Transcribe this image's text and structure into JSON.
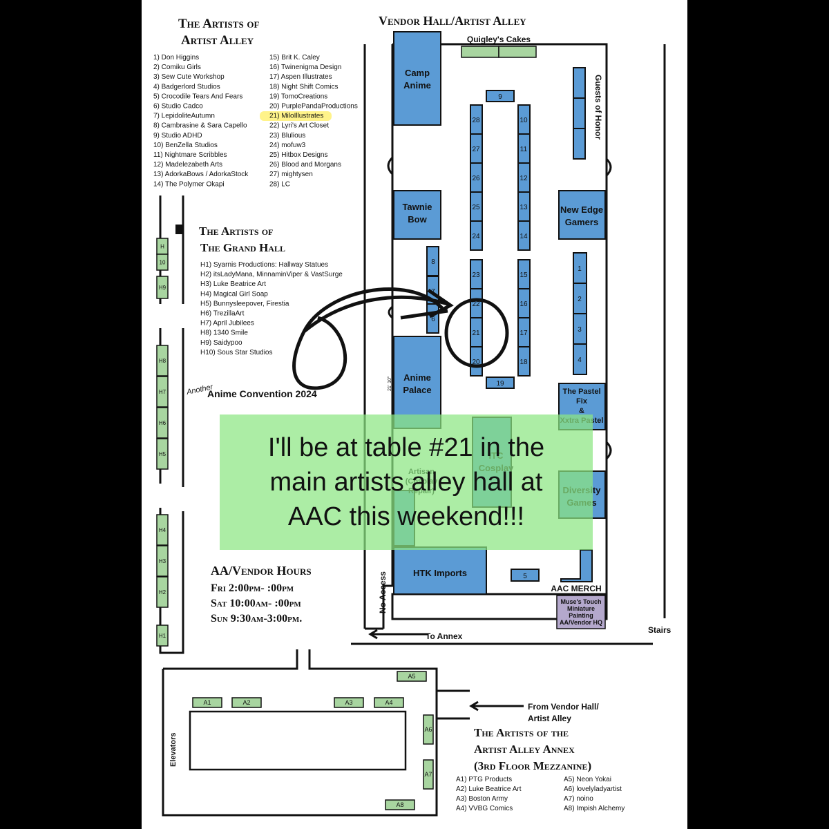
{
  "headings": {
    "alley_title_1": "The Artists of",
    "alley_title_2": "Artist Alley",
    "grand_title_1": "The Artists of",
    "grand_title_2": "The Grand Hall",
    "hall_title": "Vendor Hall/Artist Alley",
    "annex_title_1": "The Artists of the",
    "annex_title_2": "Artist Alley Annex",
    "annex_title_3": "(3rd Floor Mezzanine)",
    "another": "Another",
    "convention": "Anime Convention 2024"
  },
  "alley_artists_col1": [
    "1) Don Higgins",
    "2) Comiku Girls",
    "3) Sew Cute Workshop",
    "4) Badgerlord Studios",
    "5) Crocodile Tears And Fears",
    "6) Studio Cadco",
    "7) LepidoliteAutumn",
    "8) Cambrasine & Sara Capello",
    "9) Studio ADHD",
    "10) BenZella Studios",
    "11) Nightmare Scribbles",
    "12) Madelezabeth Arts",
    "13) AdorkaBows / AdorkaStock",
    "14) The Polymer Okapi"
  ],
  "alley_artists_col2": [
    "15) Brit K. Caley",
    "16) Twinenigma Design",
    "17) Aspen Illustrates",
    "18) Night Shift Comics",
    "19) TomoCreations",
    "20) PurplePandaProductions",
    "21) MiloIllustrates",
    "22) Lyri's Art Closet",
    "23) Blulious",
    "24) mofuw3",
    "25) Hitbox Designs",
    "26) Blood and Morgans",
    "27) mightysen",
    "28) LC"
  ],
  "grand_artists": [
    "H1) Syarnis Productions: Hallway Statues",
    "H2) itsLadyMana, MinnaminViper & VastSurge",
    "H3) Luke Beatrice Art",
    "H4) Magical Girl Soap",
    "H5) Bunnysleepover, Firestia",
    "H6) TrezillaArt",
    "H7) April Jubilees",
    "H8) 1340 Smile",
    "H9) Saidypoo",
    "H10) Sous Star Studios"
  ],
  "annex_artists_col1": [
    "A1) PTG Products",
    "A2) Luke Beatrice Art",
    "A3) Boston Army",
    "A4) VVBG Comics"
  ],
  "annex_artists_col2": [
    "A5) Neon Yokai",
    "A6) lovelyladyartist",
    "A7) noino",
    "A8) Impish Alchemy"
  ],
  "hours": {
    "title": "AA/Vendor Hours",
    "fri": "Fri 2:00pm- :00pm",
    "sat": "Sat 10:00am- :00pm",
    "sun": "Sun 9:30am-3:00pm."
  },
  "rooms": {
    "camp_anime": [
      "Camp",
      "Anime"
    ],
    "tawnie_bow": [
      "Tawnie",
      "Bow"
    ],
    "anime_palace": [
      "Anime",
      "Palace"
    ],
    "new_edge": [
      "New Edge",
      "Gamers"
    ],
    "pastel_fix": [
      "The Pastel",
      "Fix",
      "&",
      "Xxtra Pastel"
    ],
    "itc_cosplay": [
      "ITC",
      "Cosplay"
    ],
    "diversity": [
      "Diversity",
      "Games"
    ],
    "htk": "HTK Imports",
    "quigley": "Quigley's Cakes",
    "guests": "Guests of Honor",
    "aac_merch": "AAC MERCH",
    "muse": [
      "Muse's Touch",
      "Miniature",
      "Painting",
      "AA/Vendor HQ"
    ],
    "artisan": [
      "Artisan",
      "(Cosplay",
      "Repair)"
    ]
  },
  "labels": {
    "no_access": "No Access",
    "to_annex": "To Annex",
    "stairs": "Stairs",
    "from_vendor_1": "From Vendor Hall/",
    "from_vendor_2": "Artist Alley",
    "elevators": "Elevators",
    "dimension": "21' 10\""
  },
  "tables_left_col": [
    "28",
    "27",
    "26",
    "25",
    "24",
    "23",
    "22",
    "21",
    "20"
  ],
  "tables_right_col": [
    "10",
    "11",
    "12",
    "13",
    "14",
    "15",
    "16",
    "17",
    "18"
  ],
  "tables_right_wall": [
    "1",
    "2",
    "3",
    "4"
  ],
  "tables_misc": {
    "t9": "9",
    "t19": "19",
    "t5": "5",
    "t8": "8",
    "t7": "7",
    "t6": "6"
  },
  "grand_tables": [
    "H",
    "10",
    "H9",
    "H8",
    "H7",
    "H6",
    "H5",
    "H4",
    "H3",
    "H2",
    "H1"
  ],
  "annex_tables": [
    "A1",
    "A2",
    "A3",
    "A4",
    "A5",
    "A6",
    "A7",
    "A8"
  ],
  "overlay_text": [
    "I'll be at table #21 in the",
    "main artists alley hall at",
    "AAC this weekend!!!"
  ],
  "colors": {
    "room_blue": "#5b9bd5",
    "table_green": "#a8d5a0",
    "overlay_green": "#8ce682",
    "highlight": "#fff38a",
    "muse_purple": "#b4a8cc"
  }
}
